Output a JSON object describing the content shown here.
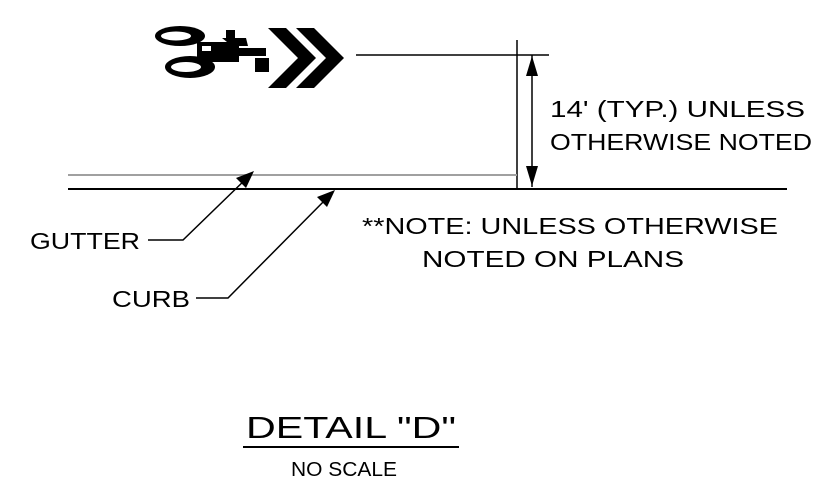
{
  "dimension": {
    "line1": "14' (TYP.) UNLESS",
    "line2": "OTHERWISE NOTED"
  },
  "labels": {
    "gutter": "GUTTER",
    "curb": "CURB"
  },
  "note": {
    "line1": "**NOTE: UNLESS OTHERWISE",
    "line2": "NOTED ON PLANS"
  },
  "detail": {
    "title": "DETAIL \"D\"",
    "scale": "NO SCALE"
  },
  "symbols": {
    "bicycle": "bicycle-icon",
    "chevrons": "double-chevron-right-icon"
  },
  "colors": {
    "ink": "#000000",
    "gutter_line": "#a0a0a0",
    "background": "#ffffff"
  }
}
